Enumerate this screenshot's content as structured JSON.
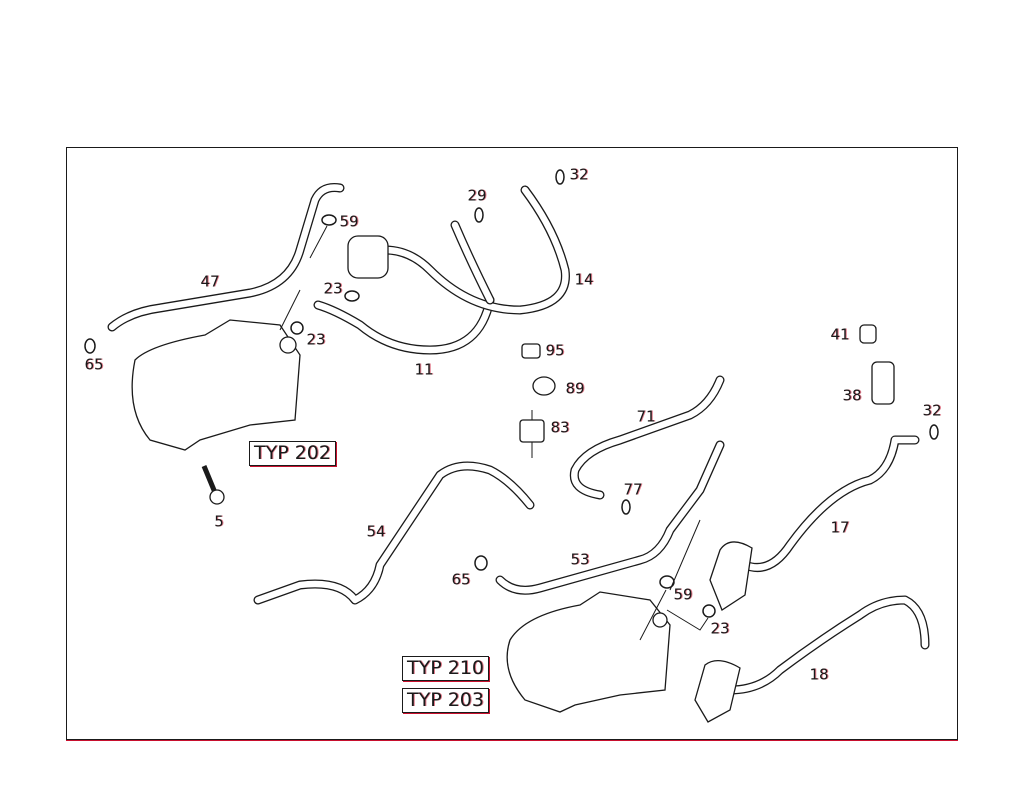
{
  "diagram": {
    "type_labels": [
      "TYP 202",
      "TYP 210",
      "TYP 203"
    ],
    "callouts": [
      {
        "id": "47",
        "label": "47"
      },
      {
        "id": "59a",
        "label": "59"
      },
      {
        "id": "65a",
        "label": "65"
      },
      {
        "id": "23a",
        "label": "23"
      },
      {
        "id": "23b",
        "label": "23"
      },
      {
        "id": "11",
        "label": "11"
      },
      {
        "id": "29",
        "label": "29"
      },
      {
        "id": "32a",
        "label": "32"
      },
      {
        "id": "14",
        "label": "14"
      },
      {
        "id": "95",
        "label": "95"
      },
      {
        "id": "89",
        "label": "89"
      },
      {
        "id": "83",
        "label": "83"
      },
      {
        "id": "71",
        "label": "71"
      },
      {
        "id": "77",
        "label": "77"
      },
      {
        "id": "41",
        "label": "41"
      },
      {
        "id": "38",
        "label": "38"
      },
      {
        "id": "32b",
        "label": "32"
      },
      {
        "id": "17",
        "label": "17"
      },
      {
        "id": "5",
        "label": "5"
      },
      {
        "id": "54",
        "label": "54"
      },
      {
        "id": "53",
        "label": "53"
      },
      {
        "id": "65b",
        "label": "65"
      },
      {
        "id": "59b",
        "label": "59"
      },
      {
        "id": "23c",
        "label": "23"
      },
      {
        "id": "18",
        "label": "18"
      }
    ],
    "colors": {
      "line": "#1a1a1a",
      "accent": "#c8102e"
    }
  }
}
